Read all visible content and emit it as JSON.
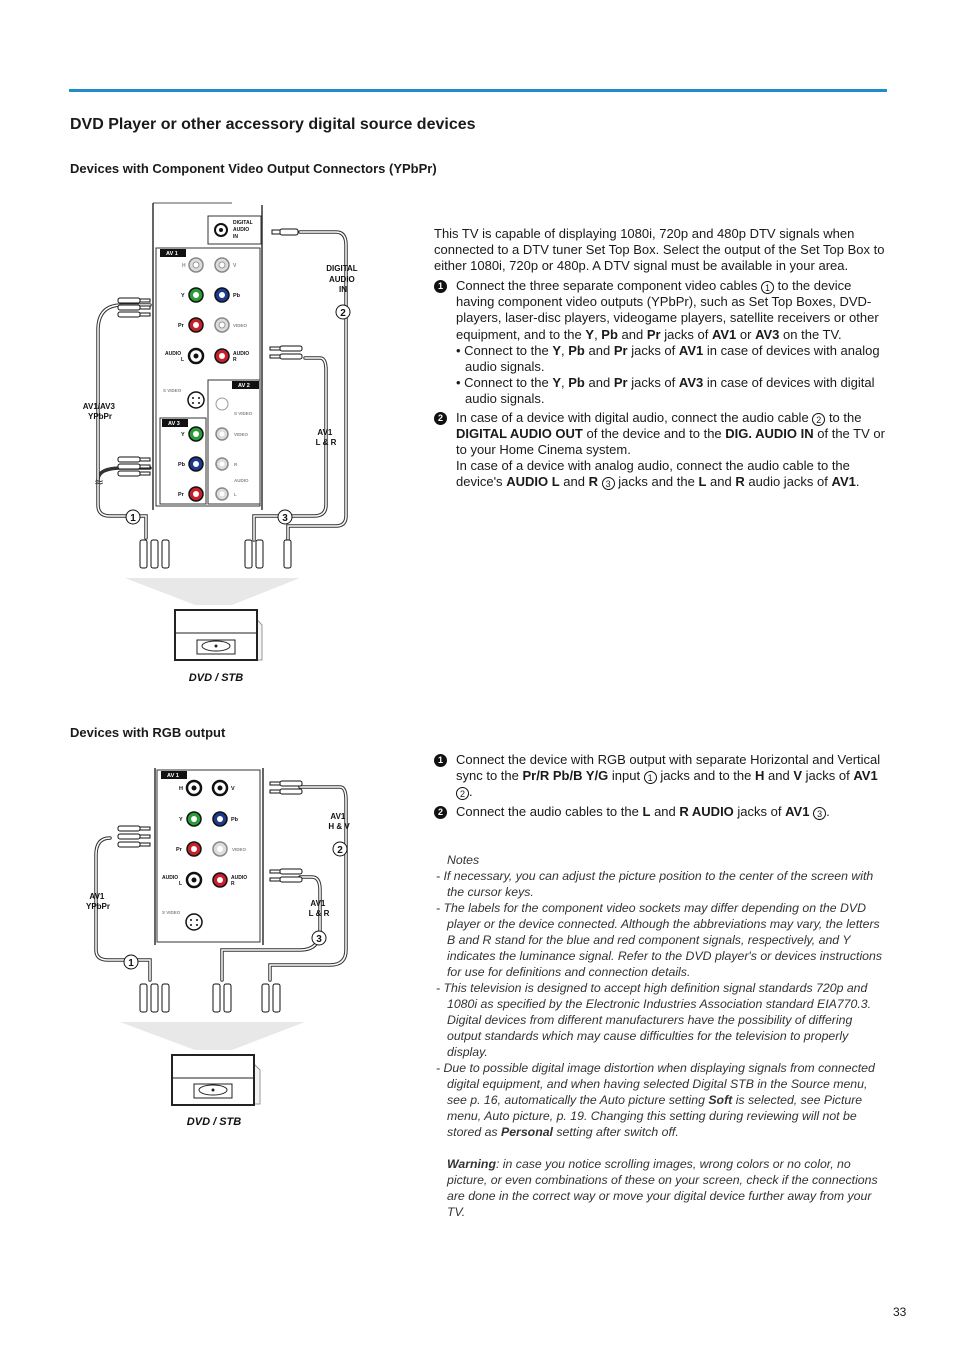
{
  "title": "DVD Player or other accessory digital source devices",
  "section1": {
    "heading": "Devices with Component Video Output Connectors (YPbPr)",
    "intro": "This TV is capable of displaying 1080i, 720p and 480p DTV signals when connected to a DTV tuner Set Top Box. Select the output of the Set Top Box to either 1080i, 720p or 480p. A DTV signal must be available in your area.",
    "step1_num": "1",
    "step1_a": "Connect the three separate component video cables",
    "step1_a_ref": "1",
    "step1_b": "to the device having component video outputs (YPbPr), such as Set Top Boxes, DVD-players, laser-disc players, videogame players, satellite receivers or other equipment, and to the",
    "step1_y": "Y",
    "step1_pb": "Pb",
    "step1_and": "and",
    "step1_pr": "Pr",
    "step1_jacks_of": "jacks of",
    "step1_av1": "AV1",
    "step1_or": "or",
    "step1_av3": "AV3",
    "step1_end": "on the TV.",
    "bullet1_a": "• Connect to the",
    "bullet1_b": "jacks of",
    "bullet1_av": "AV1",
    "bullet1_c": "in case of devices with analog audio signals.",
    "bullet2_a": "• Connect to the",
    "bullet2_b": "jacks of",
    "bullet2_av": "AV3",
    "bullet2_c": "in case of devices with digital audio signals.",
    "step2_num": "2",
    "step2_a": "In case of a device with digital audio, connect the audio cable",
    "step2_ref": "2",
    "step2_b": "to the",
    "step2_dao": "DIGITAL AUDIO OUT",
    "step2_c": "of the device and to the",
    "step2_dai": "DIG. AUDIO IN",
    "step2_d": "of the TV or to your Home Cinema system.",
    "step2_e": "In case of a device with analog audio, connect the audio cable to the device's",
    "step2_audio": "AUDIO L",
    "step2_and": "and",
    "step2_r": "R",
    "step2_ref3": "3",
    "step2_f": "jacks and the",
    "step2_l": "L",
    "step2_and2": "and",
    "step2_r2": "R",
    "step2_g": "audio jacks of",
    "step2_av1": "AV1",
    "step2_dot": "."
  },
  "section2": {
    "heading": "Devices with RGB output",
    "step1_num": "1",
    "step1_a": "Connect the device with RGB output with separate Horizontal and Vertical sync to the",
    "step1_inputs": "Pr/R Pb/B Y/G",
    "step1_b": "input",
    "step1_ref": "1",
    "step1_c": "jacks and to the",
    "step1_h": "H",
    "step1_and": "and",
    "step1_v": "V",
    "step1_d": "jacks of",
    "step1_av1": "AV1",
    "step1_ref2": "2",
    "step1_dot": ".",
    "step2_num": "2",
    "step2_a": "Connect the audio cables to the",
    "step2_l": "L",
    "step2_and": "and",
    "step2_ra": "R AUDIO",
    "step2_b": "jacks of",
    "step2_av1": "AV1",
    "step2_ref": "3",
    "step2_dot": "."
  },
  "notes": {
    "heading": "Notes",
    "n1": "- If necessary, you can adjust the picture position to the center of the screen with the cursor keys.",
    "n2": "- The labels for the component video sockets may differ depending on the DVD player or the device connected. Although the abbreviations may vary, the letters B and R stand for the blue and red component signals, respectively, and  Y indicates the luminance signal. Refer to the DVD player's or devices instructions for use for definitions and connection details.",
    "n3": "- This television is designed to accept high definition signal standards 720p and 1080i as specified by the Electronic Industries Association standard EIA770.3. Digital devices from different manufacturers have the possibility of differing output standards which may cause difficulties for the television to properly display.",
    "n4_a": "- Due to possible digital image distortion when displaying signals from connected digital equipment, and when having selected Digital STB in the Source menu, see p. 16, automatically the Auto picture setting",
    "n4_soft": "Soft",
    "n4_b": "is selected, see Picture menu, Auto picture, p. 19. Changing this setting during reviewing will not be stored as",
    "n4_personal": "Personal",
    "n4_c": "setting after switch off.",
    "warning_label": "Warning",
    "warning_text": ": in case you notice scrolling images, wrong colors or no color, no picture, or even combinations of these on your screen, check if the connections are done in the correct way or move your digital device further away from your TV."
  },
  "diagram1": {
    "digital_audio_in_panel": [
      "DIGITAL",
      "AUDIO",
      "IN"
    ],
    "av1": "AV 1",
    "av2": "AV 2",
    "av3": "AV 3",
    "h": "H",
    "v": "V",
    "y": "Y",
    "pb": "Pb",
    "pr": "Pr",
    "video": "VIDEO",
    "audio": "AUDIO",
    "l": "L",
    "r": "R",
    "s_video": "S VIDEO",
    "dig_label": [
      "DIGITAL",
      "AUDIO",
      "IN"
    ],
    "av1_av3_label": [
      "AV1/AV3",
      "YPbPr"
    ],
    "av1_lr_label": [
      "AV1",
      "L & R"
    ],
    "marker1": "1",
    "marker2": "2",
    "marker3": "3",
    "device_label": "DVD / STB"
  },
  "diagram2": {
    "av1": "AV 1",
    "h": "H",
    "v": "V",
    "y": "Y",
    "pb": "Pb",
    "pr": "Pr",
    "video": "VIDEO",
    "audio": "AUDIO",
    "l": "L",
    "r": "R",
    "s_video": "S VIDEO",
    "av1_hv_label": [
      "AV1",
      "H & V"
    ],
    "av1_lr_label": [
      "AV1",
      "L & R"
    ],
    "av1_ypbpr_label": [
      "AV1",
      "YPbPr"
    ],
    "marker1": "1",
    "marker2": "2",
    "marker3": "3",
    "device_label": "DVD / STB"
  },
  "page_number": "33"
}
